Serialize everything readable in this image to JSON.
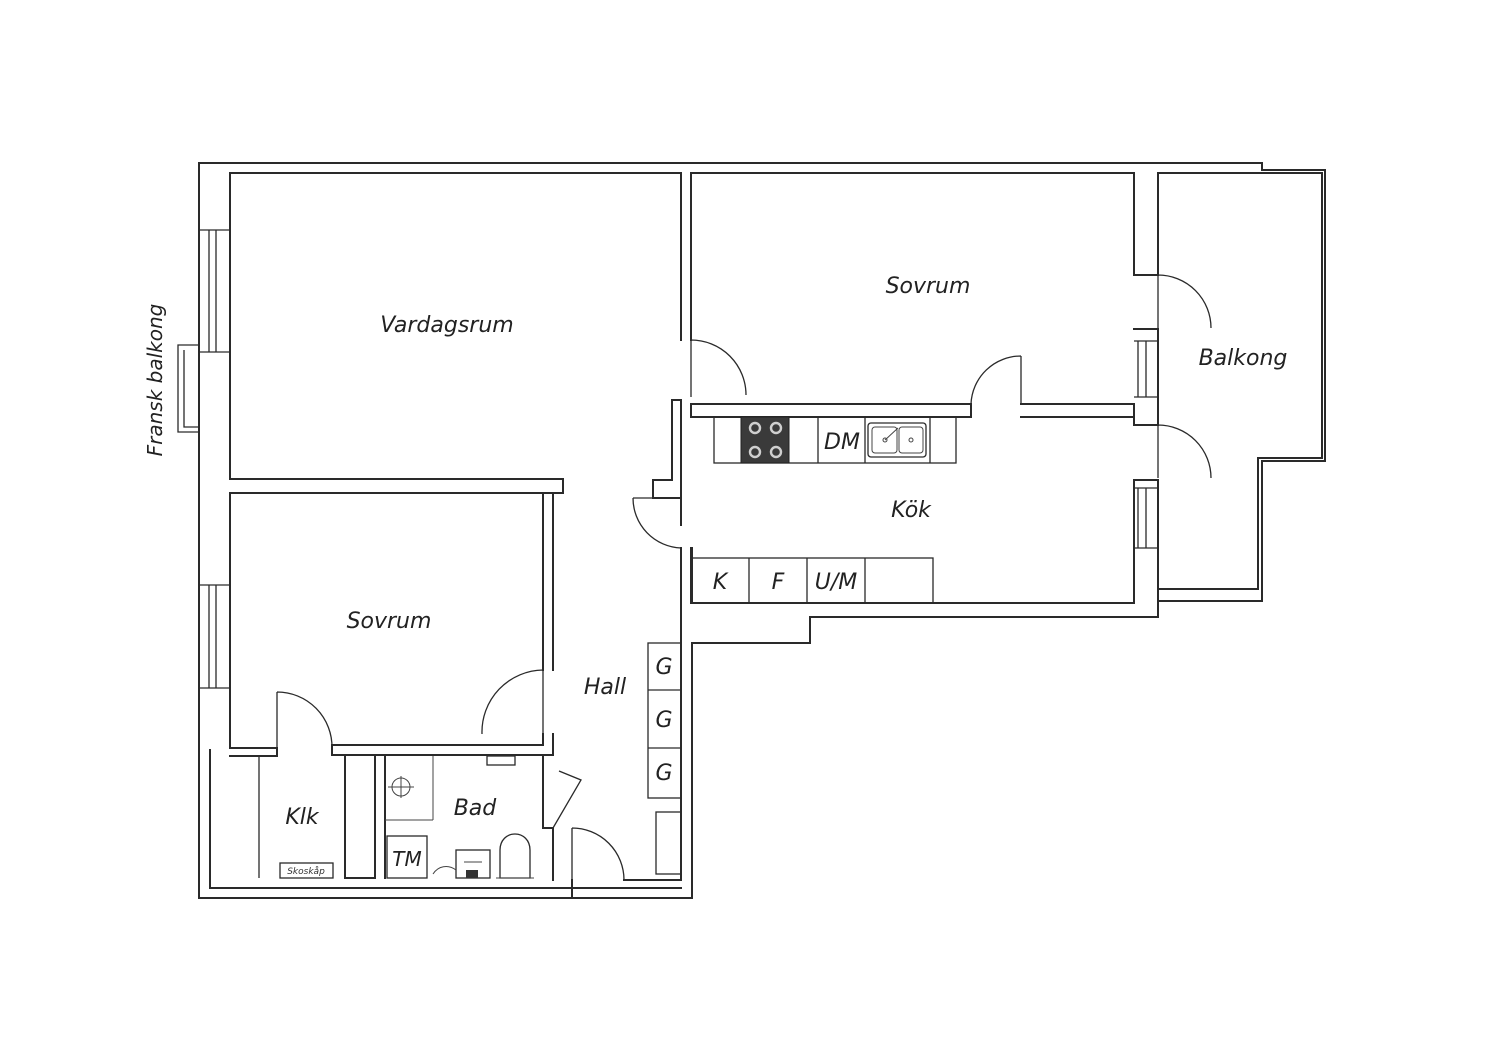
{
  "rooms": {
    "vardagsrum": "Vardagsrum",
    "sovrum_top": "Sovrum",
    "sovrum_left": "Sovrum",
    "balkong": "Balkong",
    "kok": "Kök",
    "hall": "Hall",
    "bad": "Bad",
    "klk": "Klk",
    "fransk_balkong": "Fransk balkong"
  },
  "fixtures": {
    "dm": "DM",
    "k": "K",
    "f": "F",
    "um": "U/M",
    "g1": "G",
    "g2": "G",
    "g3": "G",
    "tm": "TM",
    "skoskap": "Skoskåp"
  },
  "icons": [
    "stove-icon",
    "sink-icon",
    "toilet-icon",
    "shower-icon",
    "washbasin-icon"
  ]
}
